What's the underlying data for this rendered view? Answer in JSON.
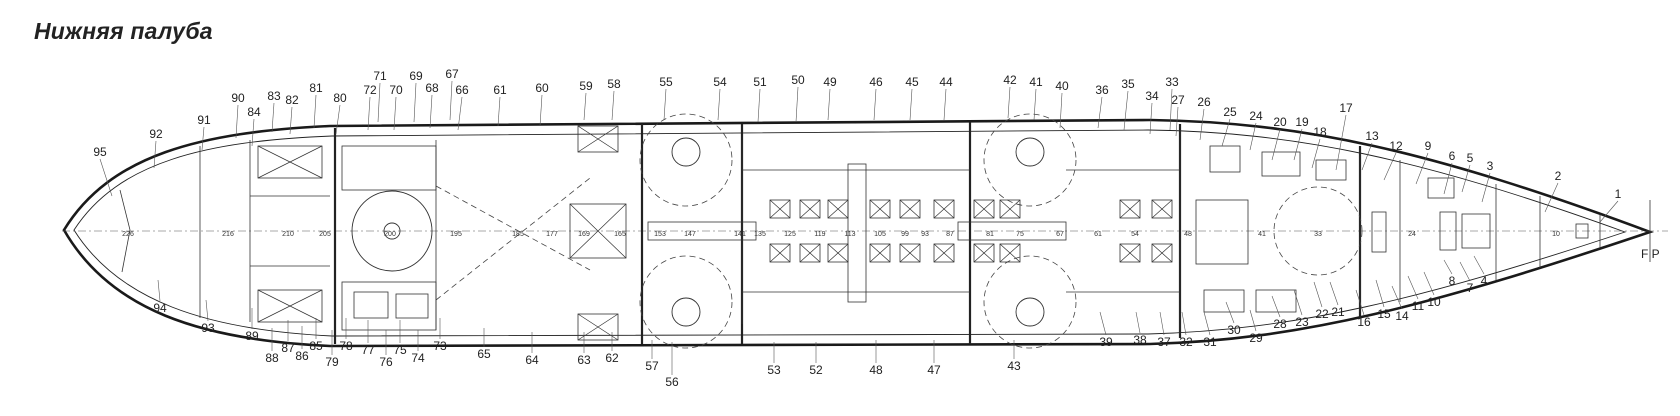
{
  "title": "Нижняя палуба",
  "bow_marker": "F P",
  "callouts": [
    "1",
    "2",
    "3",
    "4",
    "5",
    "6",
    "7",
    "8",
    "9",
    "10",
    "11",
    "12",
    "13",
    "14",
    "15",
    "16",
    "17",
    "18",
    "19",
    "20",
    "21",
    "22",
    "23",
    "24",
    "25",
    "26",
    "27",
    "28",
    "29",
    "30",
    "31",
    "32",
    "33",
    "34",
    "35",
    "36",
    "37",
    "38",
    "39",
    "40",
    "41",
    "42",
    "43",
    "44",
    "45",
    "46",
    "47",
    "48",
    "49",
    "50",
    "51",
    "52",
    "53",
    "54",
    "55",
    "56",
    "57",
    "58",
    "59",
    "60",
    "61",
    "62",
    "63",
    "64",
    "65",
    "66",
    "67",
    "68",
    "69",
    "70",
    "71",
    "72",
    "73",
    "74",
    "75",
    "76",
    "77",
    "78",
    "79",
    "80",
    "81",
    "82",
    "83",
    "84",
    "85",
    "86",
    "87",
    "88",
    "89",
    "90",
    "91",
    "92",
    "93",
    "94",
    "95"
  ],
  "frame_numbers": [
    "10",
    "24",
    "33",
    "41",
    "48",
    "54",
    "61",
    "67",
    "75",
    "81",
    "87",
    "93",
    "99",
    "105",
    "113",
    "119",
    "125",
    "135",
    "141",
    "147",
    "153",
    "165",
    "169",
    "177",
    "185",
    "195",
    "200",
    "205",
    "210",
    "216",
    "226"
  ]
}
